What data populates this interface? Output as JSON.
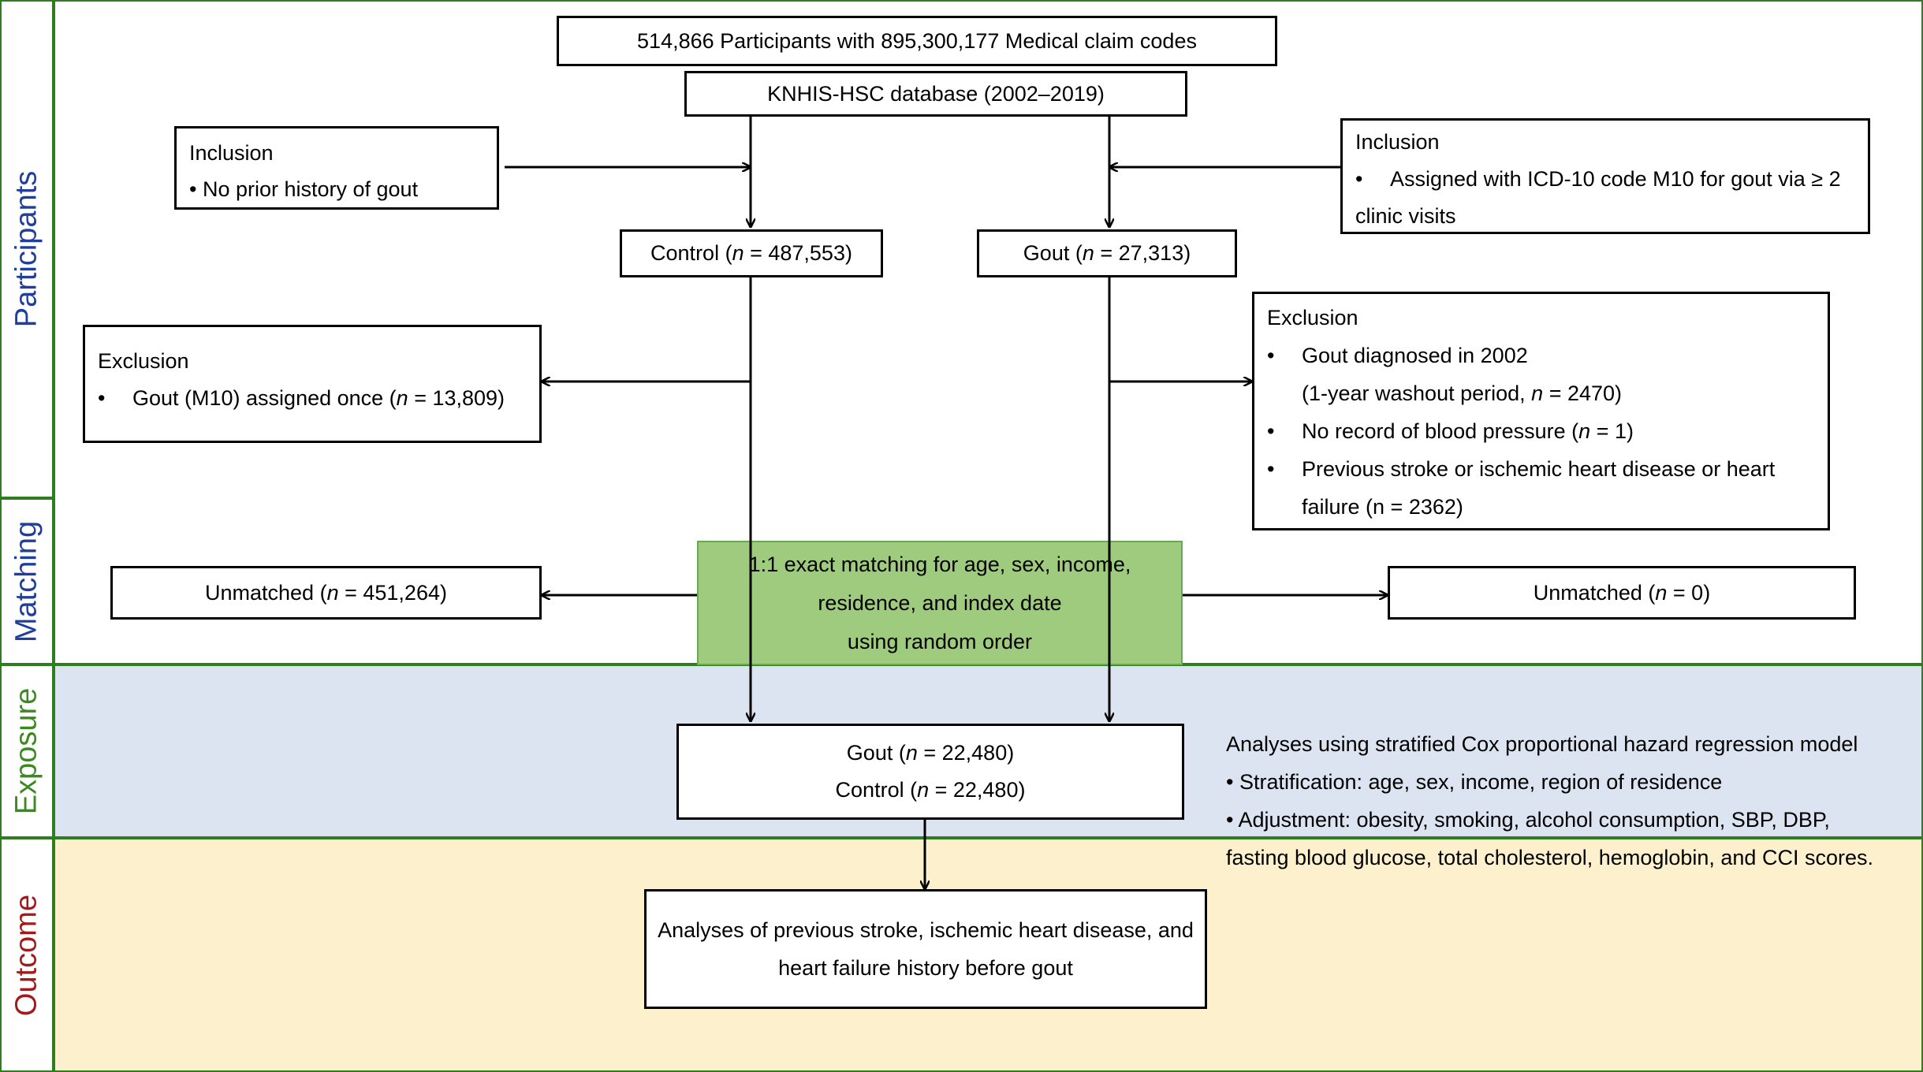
{
  "colors": {
    "participants_label": "#1f3f9a",
    "matching_label": "#1f3f9a",
    "exposure_label": "#3a8a1f",
    "outcome_label": "#a31a1a",
    "exposure_band": "#dce3f1",
    "outcome_band": "#fdf1cd",
    "matching_box": "#9fcb7e",
    "frame": "#2e7d1e"
  },
  "sections": {
    "participants": "Participants",
    "matching": "Matching",
    "exposure": "Exposure",
    "outcome": "Outcome"
  },
  "top": {
    "participants": "514,866 Participants with 895,300,177 Medical claim codes",
    "database": "KNHIS-HSC database (2002–2019)"
  },
  "inclusion_left": {
    "title": "Inclusion",
    "item": "• No prior history of gout"
  },
  "inclusion_right": {
    "title": "Inclusion",
    "bullet": "•",
    "item_line1": "Assigned with ICD-10 code M10 for gout via  ≥ 2",
    "item_line2": "clinic visits"
  },
  "control": {
    "pre": "Control (",
    "n": "n",
    "post": " = 487,553)"
  },
  "gout": {
    "pre": "Gout (",
    "n": "n",
    "post": " = 27,313)"
  },
  "exclusion_left": {
    "title": "Exclusion",
    "bullet": "•",
    "pre": "Gout (M10) assigned  once (",
    "n": "n",
    "post": " = 13,809)"
  },
  "exclusion_right": {
    "title": "Exclusion",
    "bullet": "•",
    "item1": "Gout diagnosed  in 2002",
    "item1b_pre": "(1-year washout period, ",
    "item1b_n": "n",
    "item1b_post": " = 2470)",
    "item2_pre": "No record of blood pressure (",
    "item2_n": "n",
    "item2_post": " = 1)",
    "item3_line1": "Previous stroke or ischemic heart disease  or heart",
    "item3_line2": "failure (n = 2362)"
  },
  "matching": {
    "line1": "1:1 exact matching for age, sex, income,",
    "line2": "residence, and index date",
    "line3": "using random order"
  },
  "unmatched_left": {
    "pre": "Unmatched (",
    "n": "n",
    "post": " = 451,264)"
  },
  "unmatched_right": {
    "pre": "Unmatched (",
    "n": "n",
    "post": " = 0)"
  },
  "matched": {
    "gout_pre": "Gout (",
    "gout_n": "n",
    "gout_post": " = 22,480)",
    "control_pre": "Control (",
    "control_n": "n",
    "control_post": " = 22,480)"
  },
  "analysis": {
    "line1": "Analyses using stratified Cox proportional hazard regression model",
    "line2": "•  Stratification: age, sex, income, region of residence",
    "line3": "•  Adjustment: obesity, smoking, alcohol consumption, SBP, DBP,",
    "line4": "fasting blood glucose, total cholesterol, hemoglobin, and CCI scores."
  },
  "outcome": {
    "line1": "Analyses of previous stroke, ischemic heart disease, and",
    "line2": "heart failure history before gout"
  }
}
